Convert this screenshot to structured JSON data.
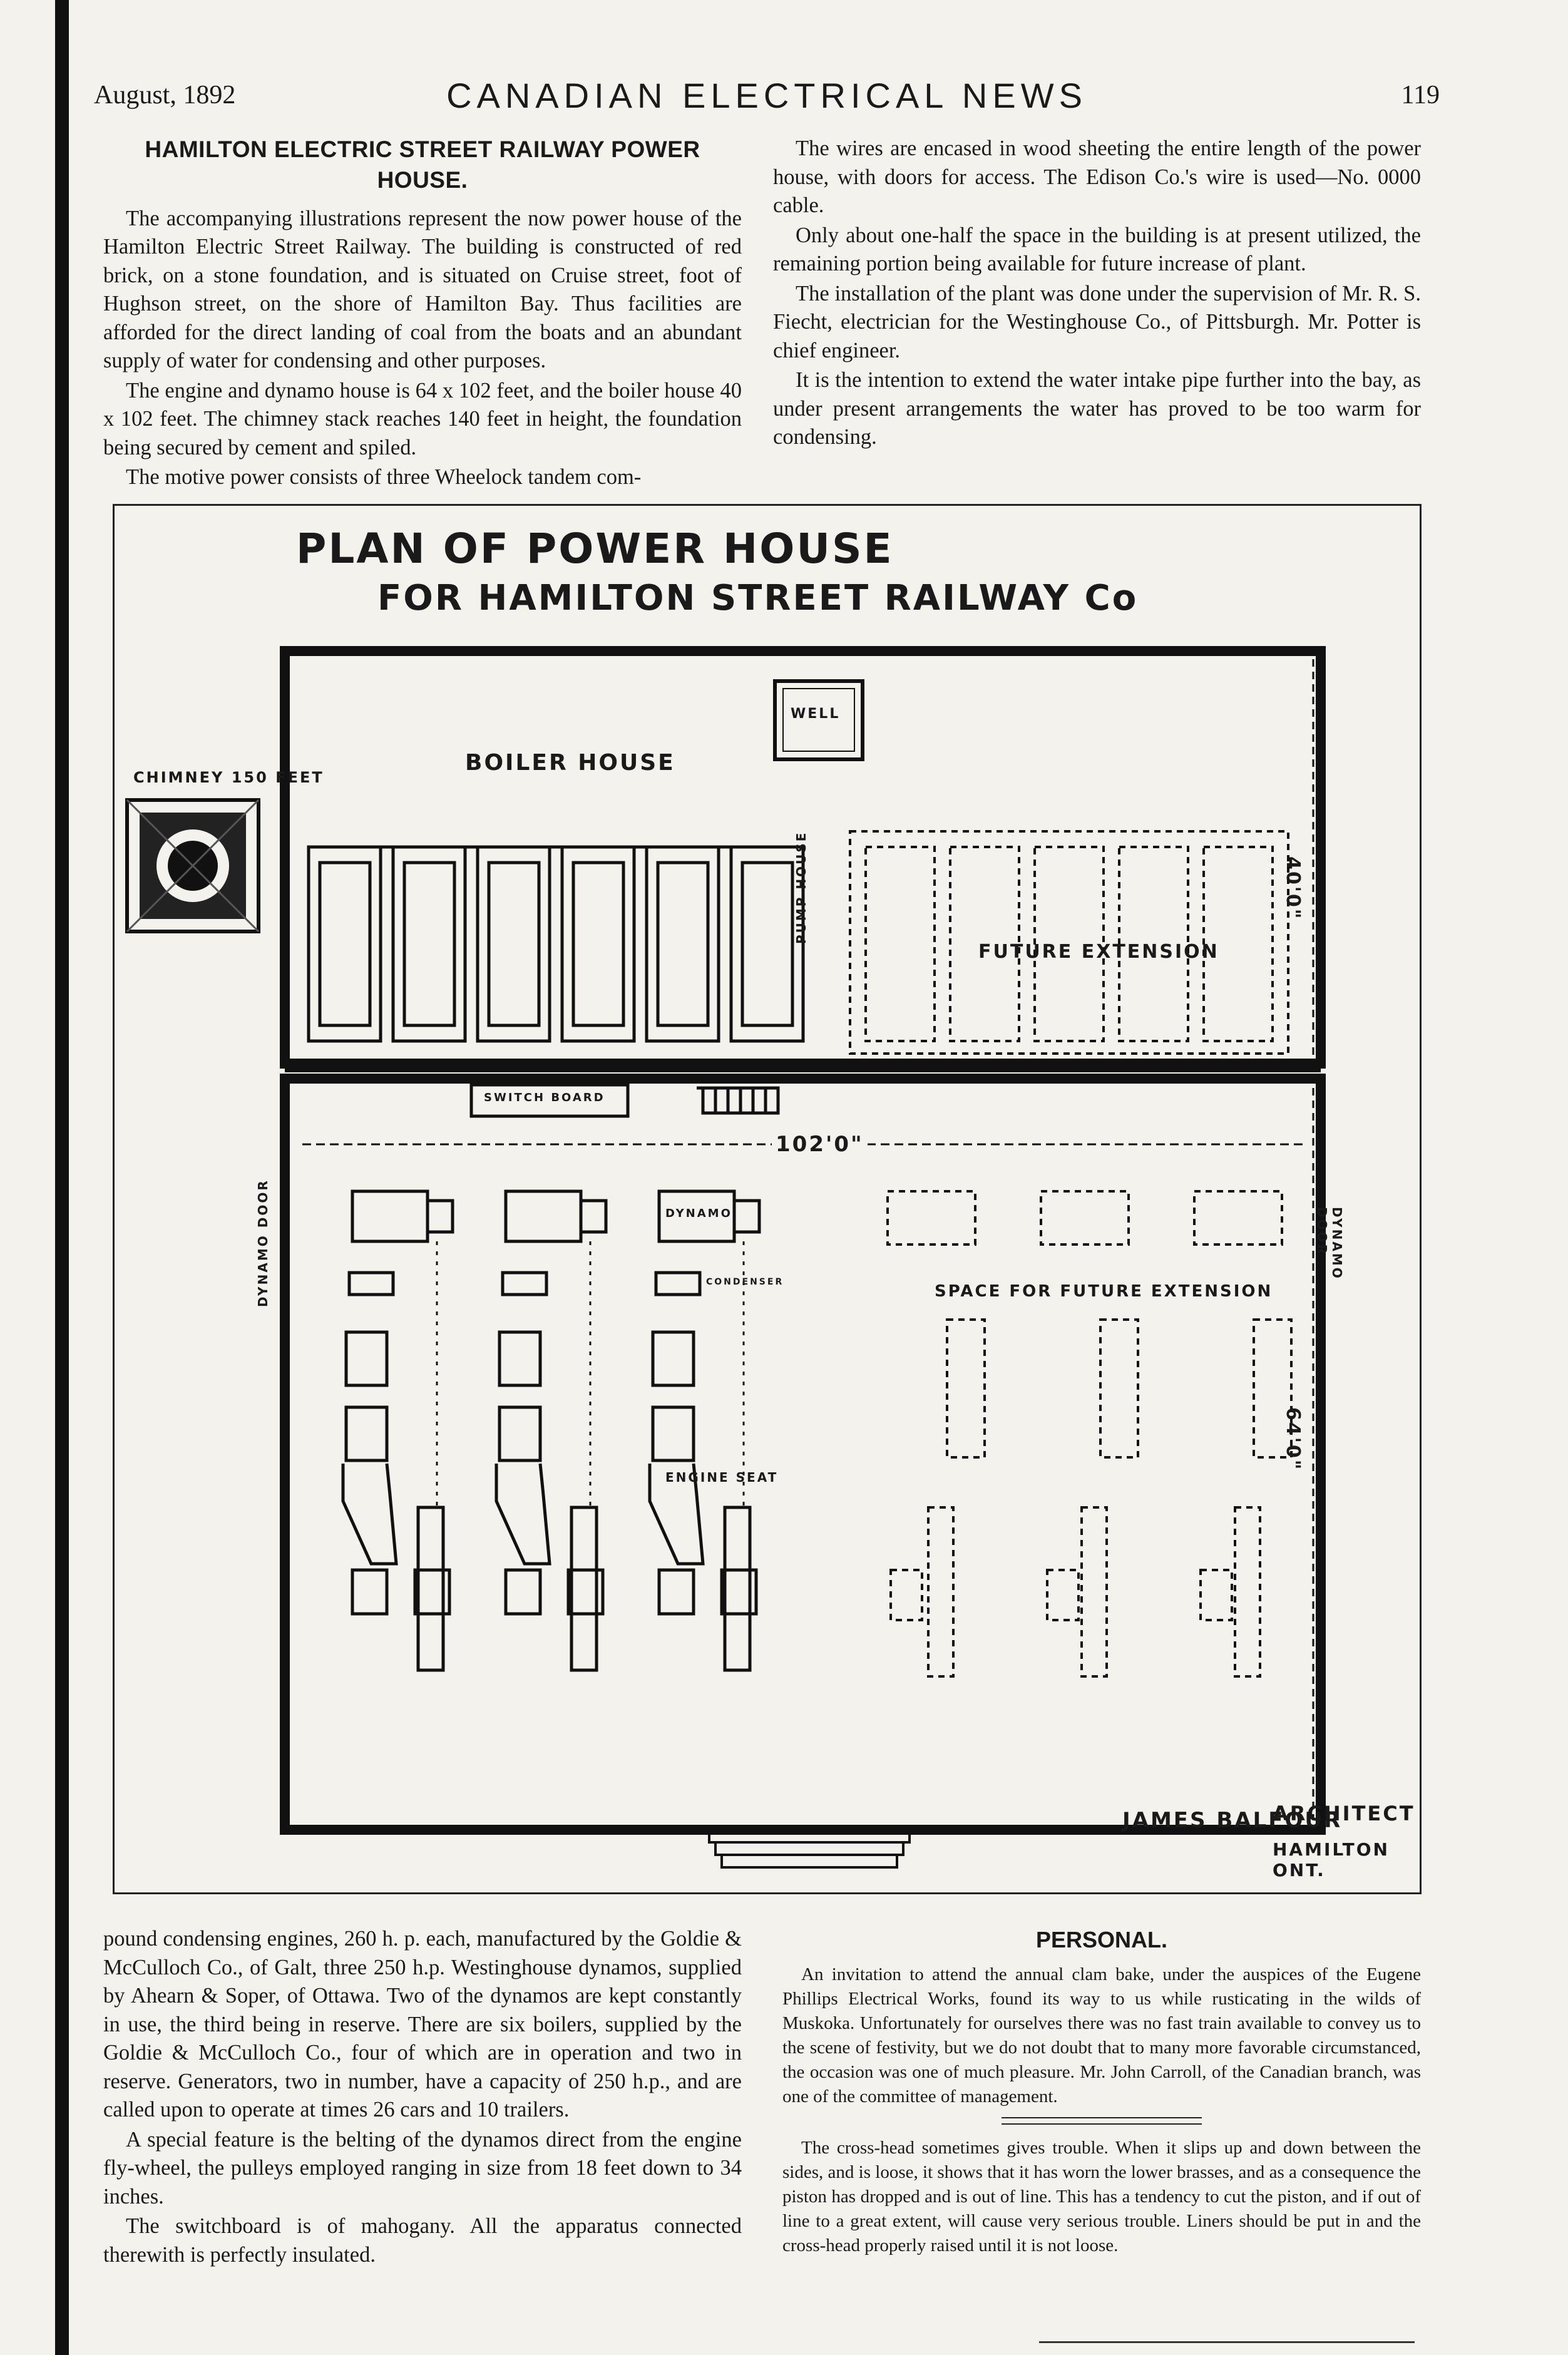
{
  "header": {
    "date": "August, 1892",
    "publication": "CANADIAN ELECTRICAL NEWS",
    "page_number": "119"
  },
  "article": {
    "headline": "HAMILTON ELECTRIC STREET RAILWAY POWER HOUSE.",
    "paragraphs_left_top": [
      "The accompanying illustrations represent the now power house of the Hamilton Electric Street Railway. The building is constructed of red brick, on a stone foundation, and is situated on Cruise street, foot of Hughson street, on the shore of Hamilton Bay. Thus facilities are afforded for the direct landing of coal from the boats and an abundant supply of water for condensing and other purposes.",
      "The engine and dynamo house is 64 x 102 feet, and the boiler house 40 x 102 feet. The chimney stack reaches 140 feet in height, the foundation being secured by cement and spiled.",
      "The motive power consists of three Wheelock tandem com-"
    ],
    "paragraphs_right_top": [
      "The wires are encased in wood sheeting the entire length of the power house, with doors for access. The Edison Co.'s wire is used—No. 0000 cable.",
      "Only about one-half the space in the building is at present utilized, the remaining portion being available for future increase of plant.",
      "The installation of the plant was done under the supervision of Mr. R. S. Fiecht, electrician for the Westinghouse Co., of Pittsburgh. Mr. Potter is chief engineer.",
      "It is the intention to extend the water intake pipe further into the bay, as under present arrangements the water has proved to be too warm for condensing."
    ],
    "paragraphs_left_bottom": [
      "pound condensing engines, 260 h. p. each, manufactured by the Goldie & McCulloch Co., of Galt, three 250 h.p. Westinghouse dynamos, supplied by Ahearn & Soper, of Ottawa. Two of the dynamos are kept constantly in use, the third being in reserve. There are six boilers, supplied by the Goldie & McCulloch Co., four of which are in operation and two in reserve. Generators, two in number, have a capacity of 250 h.p., and are called upon to operate at times 26 cars and 10 trailers.",
      "A special feature is the belting of the dynamos direct from the engine fly-wheel, the pulleys employed ranging in size from 18 feet down to 34 inches.",
      "The switchboard is of mahogany. All the apparatus connected therewith is perfectly insulated."
    ]
  },
  "personal": {
    "title": "PERSONAL.",
    "paragraph_1": "An invitation to attend the annual clam bake, under the auspices of the Eugene Phillips Electrical Works, found its way to us while rusticating in the wilds of Muskoka. Unfortunately for ourselves there was no fast train available to convey us to the scene of festivity, but we do not doubt that to many more favorable circumstanced, the occasion was one of much pleasure. Mr. John Carroll, of the Canadian branch, was one of the committee of management.",
    "paragraph_2": "The cross-head sometimes gives trouble. When it slips up and down between the sides, and is loose, it shows that it has worn the lower brasses, and as a consequence the piston has dropped and is out of line. This has a tendency to cut the piston, and if out of line to a great extent, will cause very serious trouble. Liners should be put in and the cross-head properly raised until it is not loose."
  },
  "plan": {
    "title_line1": "PLAN OF POWER HOUSE",
    "title_line2": "FOR HAMILTON STREET RAILWAY Co",
    "labels": {
      "chimney": "CHIMNEY 150 FEET",
      "boiler_house": "BOILER HOUSE",
      "well": "WELL",
      "pump_house": "PUMP HOUSE",
      "future_extension": "FUTURE EXTENSION",
      "dim_40": "40'0\"",
      "dim_102": "102'0\"",
      "dim_64": "64'0\"",
      "switch_board": "SWITCH BOARD",
      "dynamo": "DYNAMO",
      "condenser": "CONDENSER",
      "engine_seat": "ENGINE SEAT",
      "space_future": "SPACE FOR FUTURE EXTENSION",
      "dynamo_door": "DYNAMO DOOR",
      "architect_name": "JAMES BALFOUR",
      "architect_title": "ARCHITECT",
      "architect_city": "HAMILTON ONT."
    }
  }
}
